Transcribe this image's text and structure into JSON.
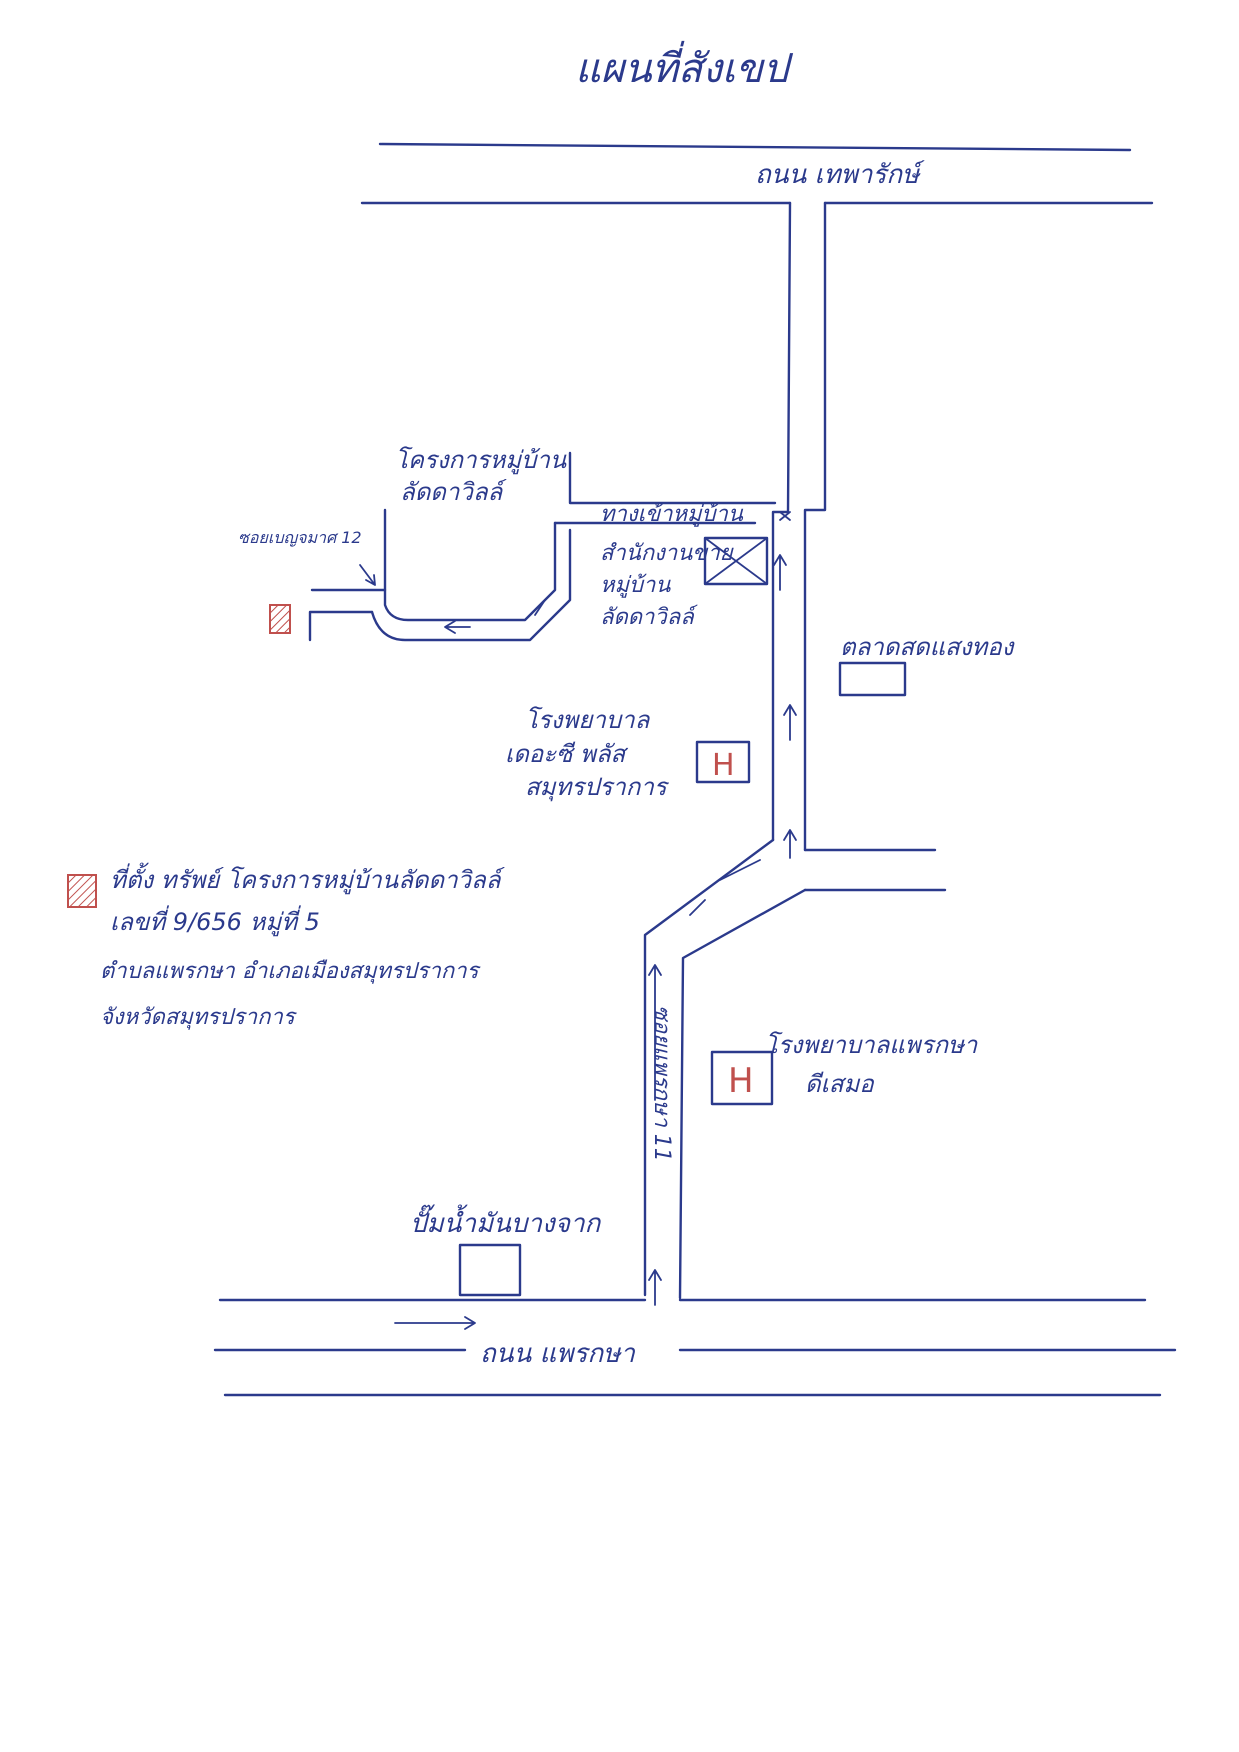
{
  "title": "แผนที่สังเขป",
  "roads": {
    "north_main": "ถนน เทพารักษ์",
    "south_main": "ถนน แพรกษา",
    "soi": "ซอยแพรกษา 11",
    "village_entrance": "ทางเข้าหมู่บ้าน",
    "soi_branch": "ซอยเบญจมาศ 12"
  },
  "places": {
    "village_project": [
      "โครงการหมู่บ้าน",
      "ลัดดาวิลล์"
    ],
    "village_office": [
      "สำนักงานขาย",
      "หมู่บ้าน",
      "ลัดดาวิลล์"
    ],
    "market": "ตลาดสดแสงทอง",
    "hospital_1": [
      "โรงพยาบาล",
      "เดอะซี พลัส",
      "สมุทรปราการ"
    ],
    "hospital_2": [
      "โรงพยาบาลแพรกษา",
      "ดีเสมอ"
    ],
    "gas_station": "ปั๊มน้ำมันบางจาก",
    "hospital_symbol": "H"
  },
  "legend": {
    "line1": "ที่ตั้ง ทรัพย์ โครงการหมู่บ้านลัดดาวิลล์",
    "line2": "เลขที่ 9/656 หมู่ที่ 5",
    "line3": "ตำบลแพรกษา อำเภอเมืองสมุทรปราการ",
    "line4": "จังหวัดสมุทรปราการ"
  },
  "colors": {
    "ink": "#2b3a8c",
    "property_marker": "#c0504d"
  }
}
